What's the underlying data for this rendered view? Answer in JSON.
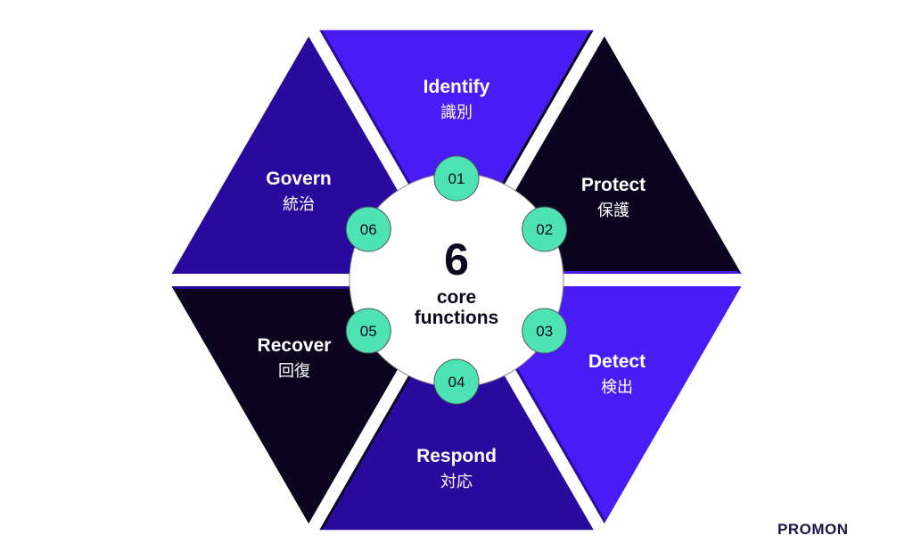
{
  "colors": {
    "bright": "#4a1cf5",
    "medium": "#2a0a9e",
    "dark": "#0c0520",
    "badge": "#4de3b5",
    "center": "#ffffff"
  },
  "center": {
    "number": "6",
    "line1": "core",
    "line2": "functions"
  },
  "segments": [
    {
      "id": "01",
      "label": "Identify",
      "sub": "識別",
      "color": "#4a1cf5"
    },
    {
      "id": "02",
      "label": "Protect",
      "sub": "保護",
      "color": "#0c0520"
    },
    {
      "id": "03",
      "label": "Detect",
      "sub": "検出",
      "color": "#4a1cf5"
    },
    {
      "id": "04",
      "label": "Respond",
      "sub": "対応",
      "color": "#2a0a9e"
    },
    {
      "id": "05",
      "label": "Recover",
      "sub": "回復",
      "color": "#0c0520"
    },
    {
      "id": "06",
      "label": "Govern",
      "sub": "統治",
      "color": "#2a0a9e"
    }
  ],
  "brand": "PROMON"
}
